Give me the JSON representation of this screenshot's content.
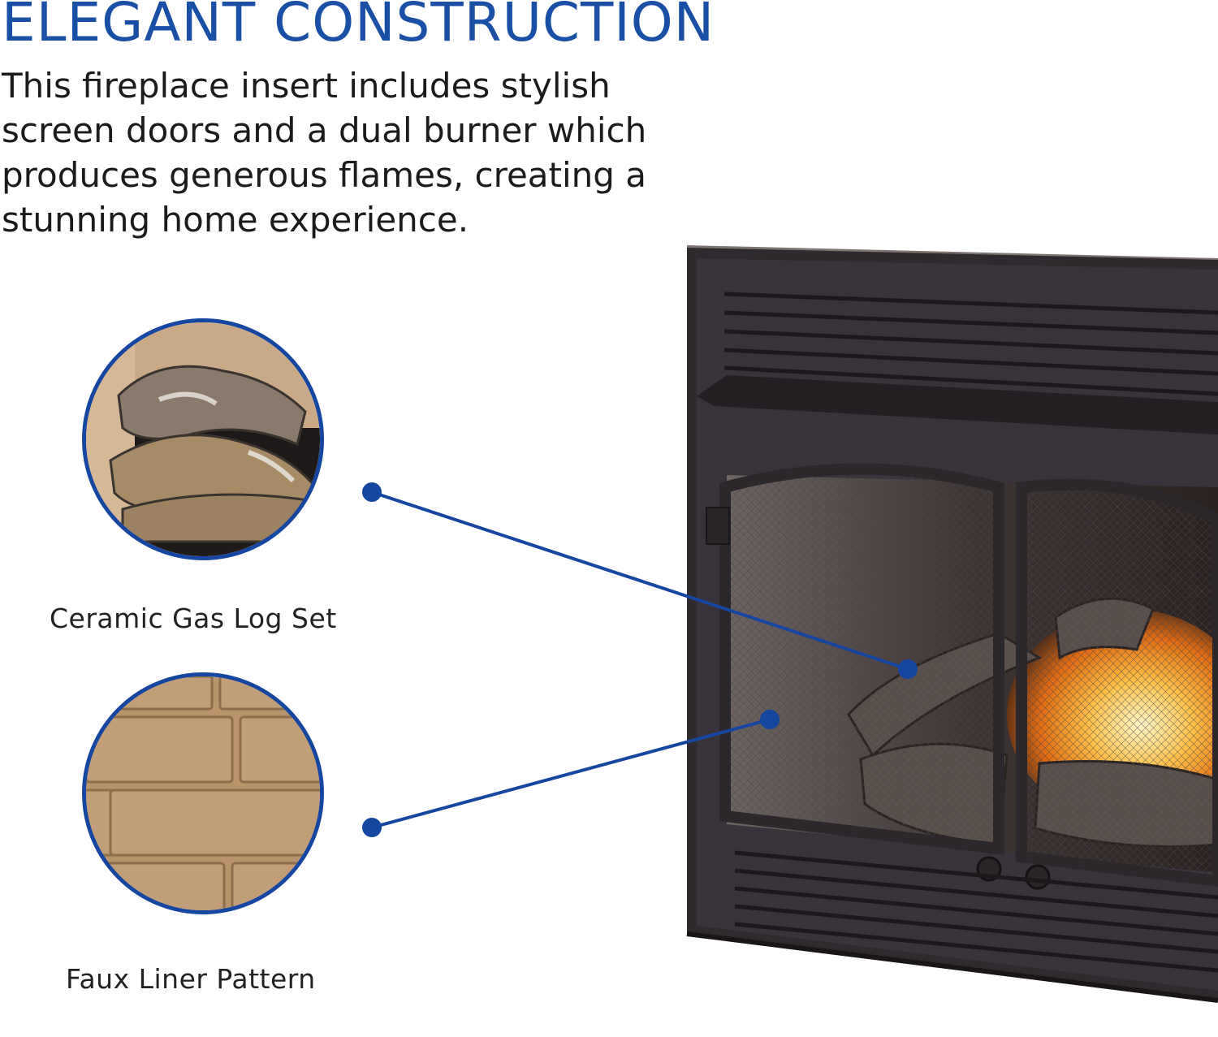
{
  "heading": {
    "title": "ELEGANT CONSTRUCTION",
    "description": "This fireplace insert includes stylish screen doors and a dual burner which produces generous flames, creating a stunning home experience."
  },
  "callouts": [
    {
      "label": "Ceramic Gas Log Set"
    },
    {
      "label": "Faux Liner Pattern"
    }
  ],
  "colors": {
    "accent": "#1a4fa6",
    "callout_line": "#1546a0",
    "text": "#1b1b1b"
  }
}
